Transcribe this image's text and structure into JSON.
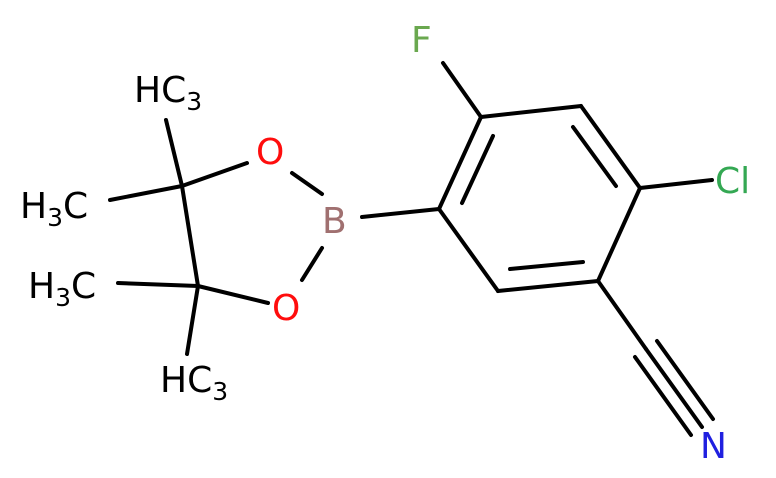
{
  "molecule": {
    "colors": {
      "F": "#6aa84f",
      "Cl": "#34a853",
      "B": "#a07070",
      "O": "#ff0d0d",
      "N": "#2020e0",
      "bond": "#000000",
      "carbon_label": "#000000"
    },
    "labels": {
      "F": "F",
      "Cl": "Cl",
      "B": "B",
      "O_top": "O",
      "O_bottom": "O",
      "N": "N",
      "me1_h": "H",
      "me1_c": "C",
      "me1_n": "3",
      "me2_h": "H",
      "me2_n": "3",
      "me2_c": "C",
      "me3_h": "H",
      "me3_n": "3",
      "me3_c": "C",
      "me4_h": "H",
      "me4_c": "C",
      "me4_n": "3"
    }
  }
}
